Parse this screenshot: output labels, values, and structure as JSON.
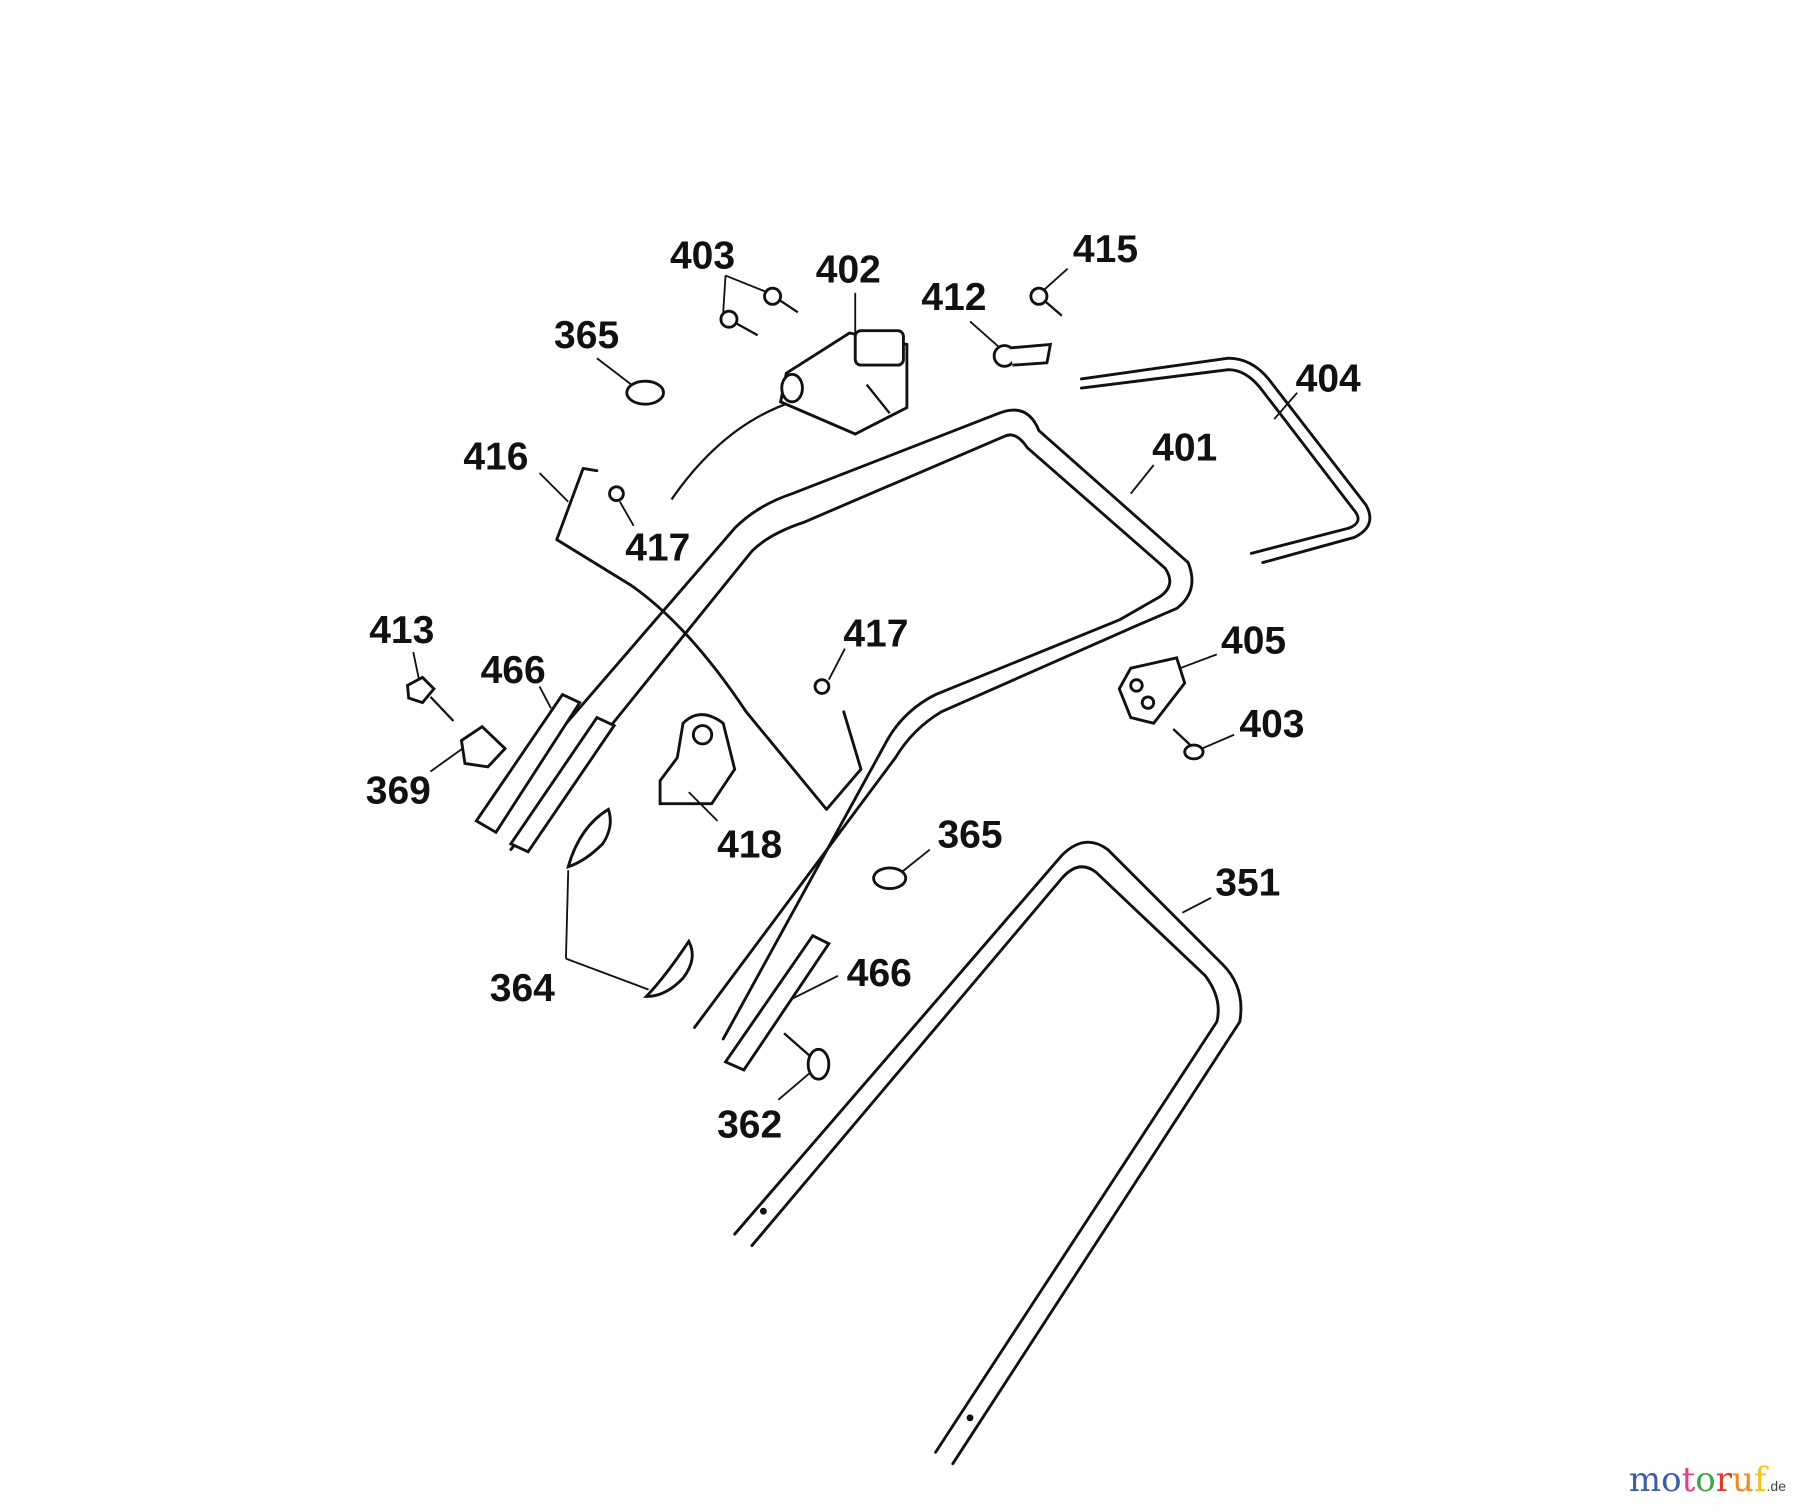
{
  "diagram": {
    "part_labels": {
      "p403a": "403",
      "p402": "402",
      "p415": "415",
      "p412": "412",
      "p365a": "365",
      "p404": "404",
      "p401": "401",
      "p416": "416",
      "p417a": "417",
      "p413": "413",
      "p466a": "466",
      "p417b": "417",
      "p405": "405",
      "p403b": "403",
      "p369": "369",
      "p418": "418",
      "p365b": "365",
      "p351": "351",
      "p364": "364",
      "p466b": "466",
      "p362": "362"
    }
  },
  "watermark": {
    "letters": [
      "m",
      "o",
      "t",
      "o",
      "r",
      "u",
      "f"
    ],
    "suffix": ".de",
    "colors": [
      "#3b5bab",
      "#3b5bab",
      "#e0408a",
      "#3aa845",
      "#e23a2c",
      "#f08a1c",
      "#f5c21a"
    ]
  }
}
